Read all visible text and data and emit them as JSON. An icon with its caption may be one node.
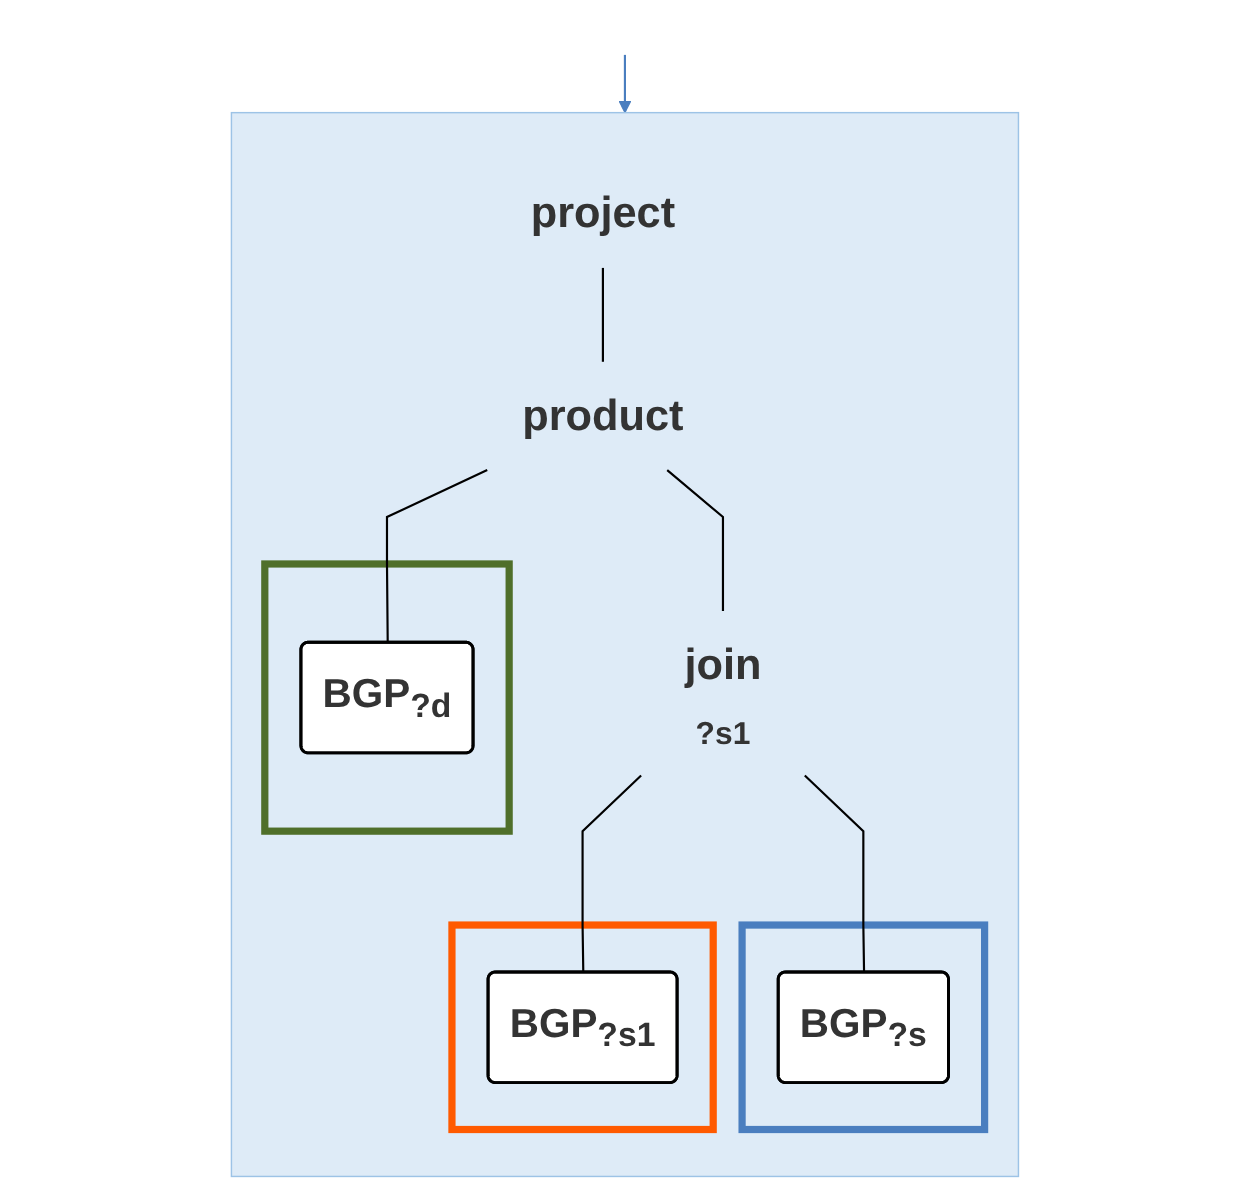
{
  "diagram": {
    "nodes": [
      {
        "text": [],
        "shape": "box"
      },
      {
        "text": [
          "project"
        ],
        "in": 0
      },
      {
        "text": [
          "product"
        ],
        "in": 0
      },
      {
        "text": [
          "join"
        ],
        "in": 0,
        "beside": [
          "?s1"
        ]
      },
      {
        "text": [],
        "shape": "box",
        "in": 0
      },
      {
        "text": [
          "BGP$_{?s1}$"
        ],
        "in": 4
      },
      {
        "text": [],
        "shape": "box",
        "in": 0
      },
      {
        "text": [
          "BGP$_{?s}$"
        ],
        "in": 6
      },
      {
        "text": [],
        "shape": "box",
        "in": 0
      },
      {
        "text": [
          "BGP$_{?d}$"
        ],
        "in": 8
      }
    ],
    "edges": [
      {
        "from": null,
        "to": 0,
        "arrow": "to",
        "color": "#4a7ebf"
      },
      {
        "from": 1,
        "to": 2,
        "arrow": "none"
      },
      {
        "from": 2,
        "to": 3,
        "arrow": "none"
      },
      {
        "from": 2,
        "to": 9,
        "arrow": "none"
      },
      {
        "from": 3,
        "to": 5,
        "arrow": "none"
      },
      {
        "from": 3,
        "to": 7,
        "arrow": "none"
      }
    ]
  }
}
